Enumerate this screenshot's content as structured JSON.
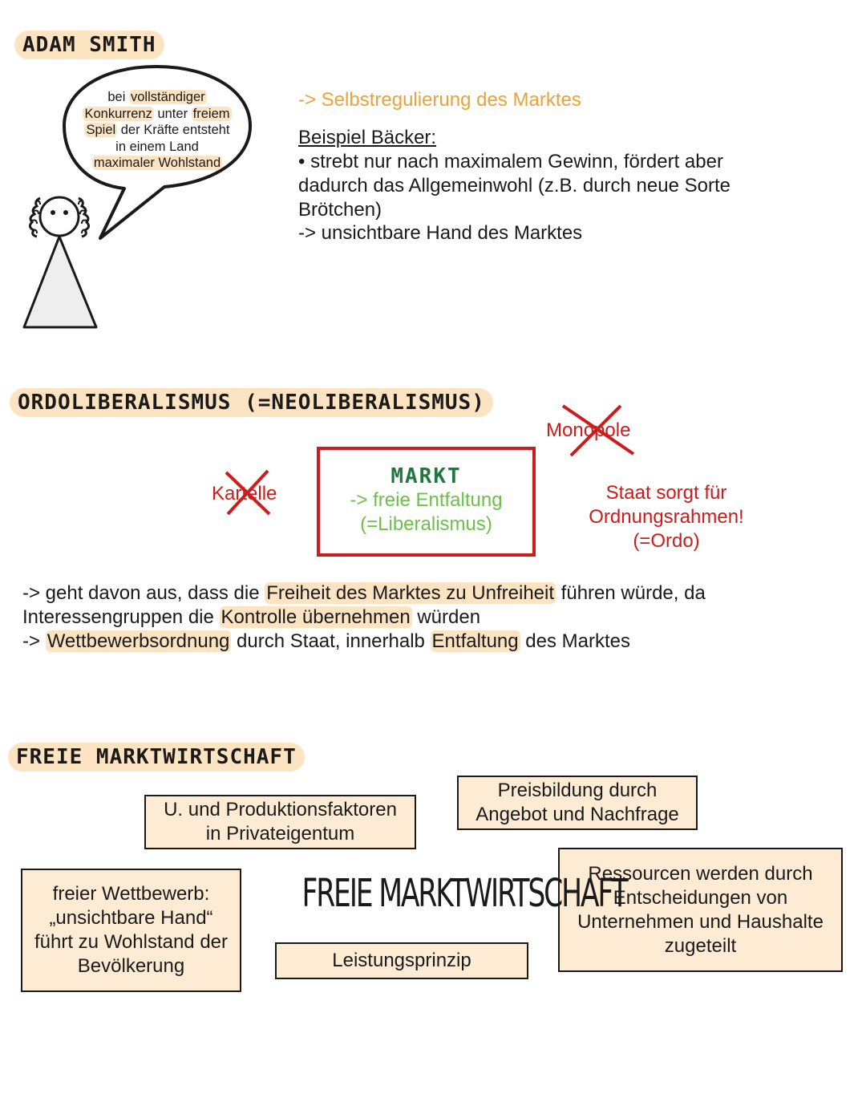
{
  "section1": {
    "heading": "ADAM SMITH",
    "bubble": {
      "l1_a": "bei ",
      "l1_b": "vollständiger",
      "l2_a": "Konkurrenz",
      "l2_b": " unter ",
      "l2_c": "freiem",
      "l3_a": "Spiel",
      "l3_b": " der Kräfte entsteht",
      "l4": "in einem Land",
      "l5": "maximaler Wohlstand"
    },
    "selfregulation": "-> Selbstregulierung des Marktes",
    "example_title": "Beispiel Bäcker:",
    "example_line1": "• strebt nur nach maximalem Gewinn, fördert aber",
    "example_line2": "dadurch das Allgemeinwohl (z.B. durch neue Sorte",
    "example_line3": "Brötchen)",
    "example_line4": "-> unsichtbare Hand des Marktes"
  },
  "section2": {
    "heading": "ORDOLIBERALISMUS (=NEOLIBERALISMUS)",
    "kartelle": "Kartelle",
    "monopole": "Monopole",
    "markt_title": "MARKT",
    "markt_line1": "-> freie Entfaltung",
    "markt_line2": "(=Liberalismus)",
    "staat_line1": "Staat sorgt für",
    "staat_line2": "Ordnungsrahmen!",
    "staat_line3": "(=Ordo)",
    "p1_a": "-> geht davon aus, dass die ",
    "p1_b": "Freiheit des Marktes zu Unfreiheit",
    "p1_c": " führen würde, da",
    "p2_a": "Interessengruppen die ",
    "p2_b": "Kontrolle übernehmen",
    "p2_c": " würden",
    "p3_a": "-> ",
    "p3_b": "Wettbewerbsordnung",
    "p3_c": " durch Staat, innerhalb ",
    "p3_d": "Entfaltung",
    "p3_e": " des Marktes"
  },
  "section3": {
    "heading": "FREIE MARKTWIRTSCHAFT",
    "center_title": "FREIE MARKTWIRTSCHAFT",
    "box_preis_1": "Preisbildung durch",
    "box_preis_2": "Angebot und Nachfrage",
    "box_eigentum_1": "U. und Produktionsfaktoren",
    "box_eigentum_2": "in Privateigentum",
    "box_wettbewerb_1": "freier Wettbewerb:",
    "box_wettbewerb_2": "„unsichtbare Hand“",
    "box_wettbewerb_3": "führt zu Wohlstand der",
    "box_wettbewerb_4": "Bevölkerung",
    "box_ressourcen_1": "Ressourcen werden durch",
    "box_ressourcen_2": "Entscheidungen von",
    "box_ressourcen_3": "Unternehmen und Haushalte",
    "box_ressourcen_4": "zugeteilt",
    "box_leistung": "Leistungsprinzip"
  }
}
